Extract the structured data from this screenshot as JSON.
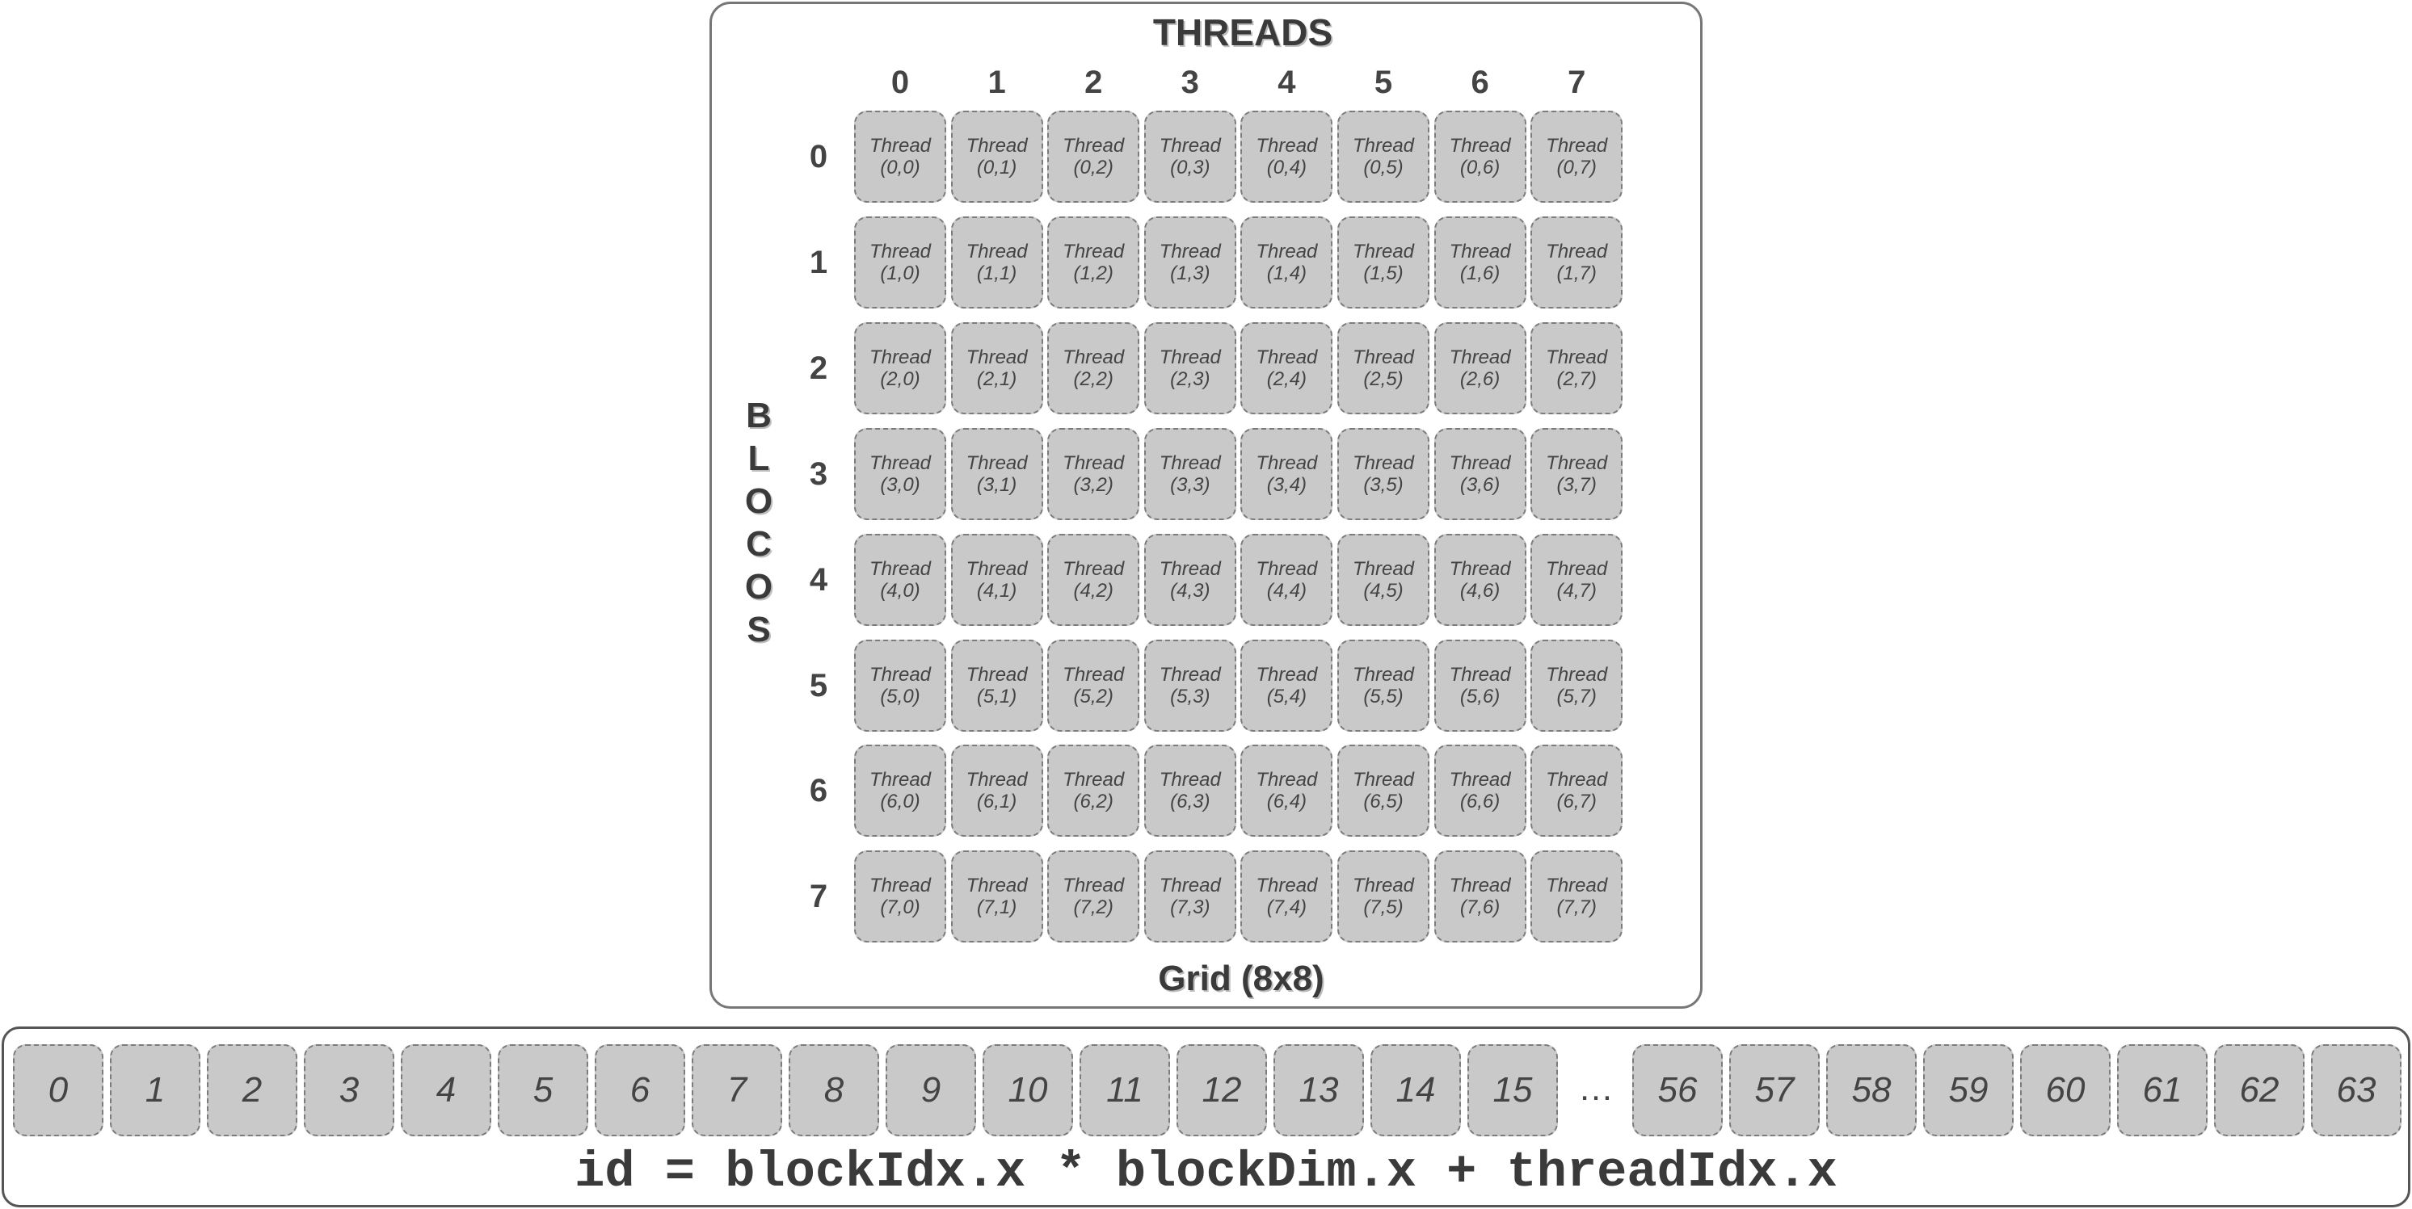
{
  "diagram": {
    "threads_title": "THREADS",
    "blocks_label": "BLOCOS",
    "grid_caption": "Grid (8x8)",
    "column_indices": [
      "0",
      "1",
      "2",
      "3",
      "4",
      "5",
      "6",
      "7"
    ],
    "row_indices": [
      "0",
      "1",
      "2",
      "3",
      "4",
      "5",
      "6",
      "7"
    ],
    "cell_word": "Thread",
    "cells": [
      [
        "(0,0)",
        "(0,1)",
        "(0,2)",
        "(0,3)",
        "(0,4)",
        "(0,5)",
        "(0,6)",
        "(0,7)"
      ],
      [
        "(1,0)",
        "(1,1)",
        "(1,2)",
        "(1,3)",
        "(1,4)",
        "(1,5)",
        "(1,6)",
        "(1,7)"
      ],
      [
        "(2,0)",
        "(2,1)",
        "(2,2)",
        "(2,3)",
        "(2,4)",
        "(2,5)",
        "(2,6)",
        "(2,7)"
      ],
      [
        "(3,0)",
        "(3,1)",
        "(3,2)",
        "(3,3)",
        "(3,4)",
        "(3,5)",
        "(3,6)",
        "(3,7)"
      ],
      [
        "(4,0)",
        "(4,1)",
        "(4,2)",
        "(4,3)",
        "(4,4)",
        "(4,5)",
        "(4,6)",
        "(4,7)"
      ],
      [
        "(5,0)",
        "(5,1)",
        "(5,2)",
        "(5,3)",
        "(5,4)",
        "(5,5)",
        "(5,6)",
        "(5,7)"
      ],
      [
        "(6,0)",
        "(6,1)",
        "(6,2)",
        "(6,3)",
        "(6,4)",
        "(6,5)",
        "(6,6)",
        "(6,7)"
      ],
      [
        "(7,0)",
        "(7,1)",
        "(7,2)",
        "(7,3)",
        "(7,4)",
        "(7,5)",
        "(7,6)",
        "(7,7)"
      ]
    ]
  },
  "linear_index": {
    "first_ids": [
      "0",
      "1",
      "2",
      "3",
      "4",
      "5",
      "6",
      "7",
      "8",
      "9",
      "10",
      "11",
      "12",
      "13",
      "14",
      "15"
    ],
    "ellipsis": "…",
    "last_ids": [
      "56",
      "57",
      "58",
      "59",
      "60",
      "61",
      "62",
      "63"
    ],
    "formula": "id = blockIdx.x * blockDim.x + threadIdx.x"
  },
  "colors": {
    "cell_fill": "#c9c9c9",
    "cell_border": "#7c7c7c",
    "text": "#444444",
    "panel_border": "#777777"
  }
}
